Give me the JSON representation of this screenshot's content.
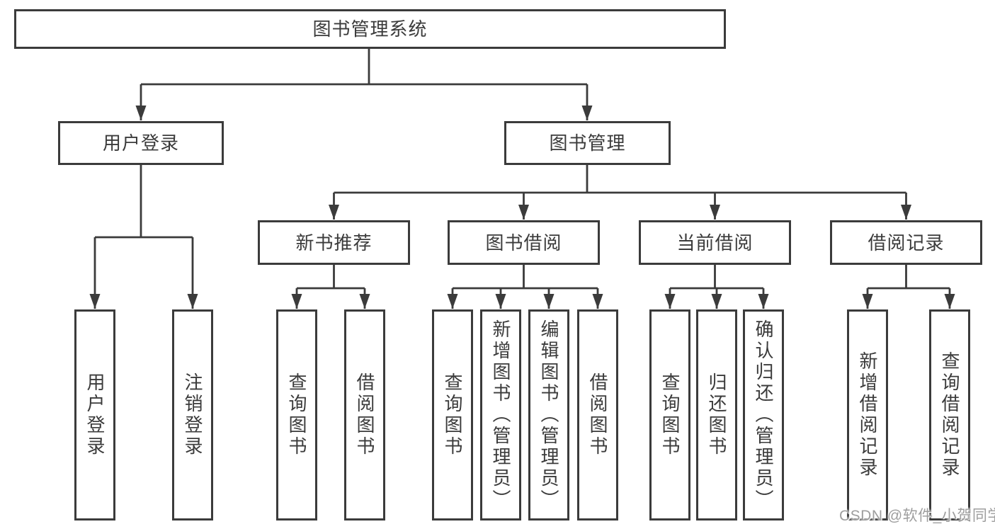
{
  "tree": {
    "root": {
      "label": "图书管理系统"
    },
    "branches": [
      {
        "label": "用户登录",
        "children": [
          {
            "label": "用户登录"
          },
          {
            "label": "注销登录"
          }
        ]
      },
      {
        "label": "图书管理",
        "children": [
          {
            "label": "新书推荐",
            "children": [
              {
                "label": "查询图书"
              },
              {
                "label": "借阅图书"
              }
            ]
          },
          {
            "label": "图书借阅",
            "children": [
              {
                "label": "查询图书"
              },
              {
                "label": "新增图书（管理员）"
              },
              {
                "label": "编辑图书（管理员）"
              },
              {
                "label": "借阅图书"
              }
            ]
          },
          {
            "label": "当前借阅",
            "children": [
              {
                "label": "查询图书"
              },
              {
                "label": "归还图书"
              },
              {
                "label": "确认归还（管理员）"
              }
            ]
          },
          {
            "label": "借阅记录",
            "children": [
              {
                "label": "新增借阅记录"
              },
              {
                "label": "查询借阅记录"
              }
            ]
          }
        ]
      }
    ]
  },
  "watermark": {
    "text": "CSDN @软件_小贺同学"
  },
  "colors": {
    "line": "#3b3b3b",
    "text": "#3b3b3b",
    "watermark": "#9e9e9e",
    "background": "#ffffff"
  }
}
